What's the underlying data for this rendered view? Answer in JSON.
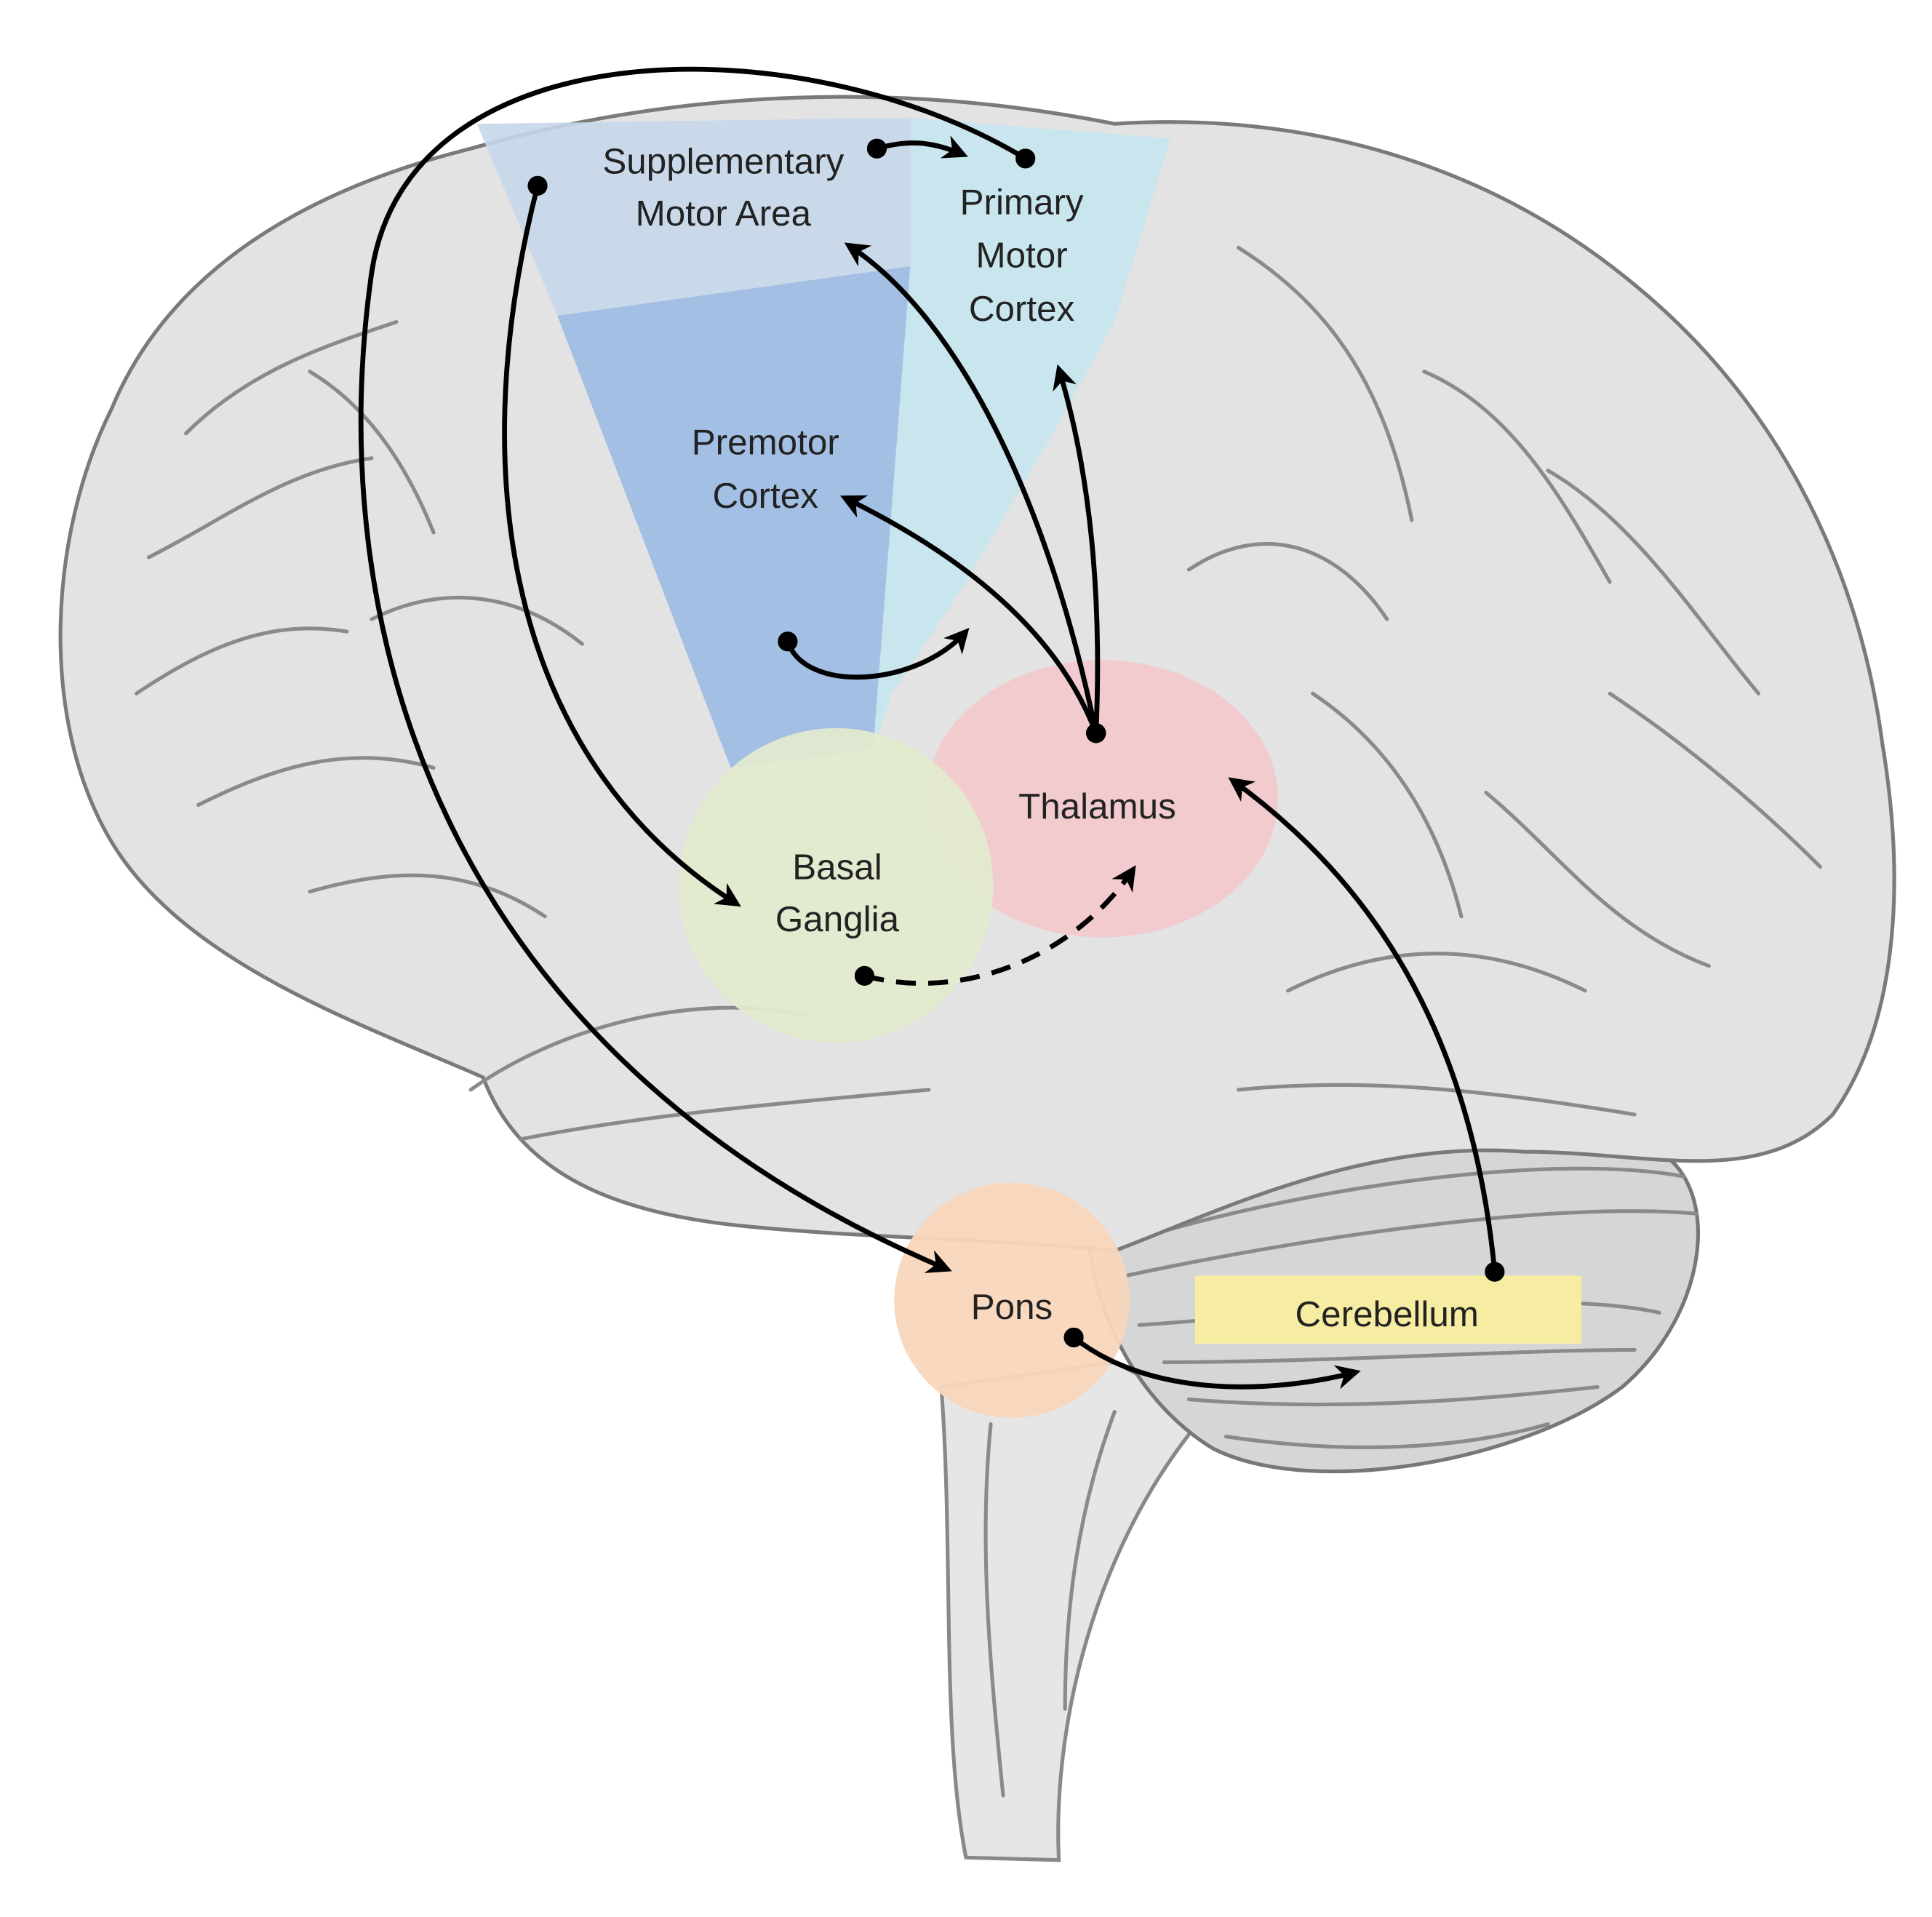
{
  "title": "Motor control circuit of the brain",
  "regions": {
    "sma": {
      "label_line1": "Supplementary",
      "label_line2": "Motor Area",
      "color": "#c6d7ea"
    },
    "primary_motor": {
      "label_line1": "Primary",
      "label_line2": "Motor",
      "label_line3": "Cortex",
      "color": "#c5e4ee"
    },
    "premotor": {
      "label_line1": "Premotor",
      "label_line2": "Cortex",
      "color": "#9fbde4"
    },
    "thalamus": {
      "label": "Thalamus",
      "color": "#f2c9cd"
    },
    "basal_ganglia": {
      "label_line1": "Basal",
      "label_line2": "Ganglia",
      "color": "#e1eacf"
    },
    "pons": {
      "label": "Pons",
      "color": "#f9d6bd"
    },
    "cerebellum": {
      "label": "Cerebellum",
      "color": "#f7eda2"
    }
  },
  "connections": [
    {
      "from": "Supplementary Motor Area",
      "to": "Primary Motor Cortex",
      "style": "solid"
    },
    {
      "from": "Premotor Cortex",
      "to": "Primary Motor Cortex",
      "style": "solid"
    },
    {
      "from": "Thalamus",
      "to": "Supplementary Motor Area",
      "style": "solid"
    },
    {
      "from": "Thalamus",
      "to": "Premotor Cortex",
      "style": "solid"
    },
    {
      "from": "Thalamus",
      "to": "Primary Motor Cortex",
      "style": "solid"
    },
    {
      "from": "Supplementary Motor Area",
      "to": "Basal Ganglia",
      "style": "solid"
    },
    {
      "from": "Primary Motor Cortex",
      "to": "Pons",
      "style": "solid"
    },
    {
      "from": "Basal Ganglia",
      "to": "Thalamus",
      "style": "dashed"
    },
    {
      "from": "Pons",
      "to": "Cerebellum",
      "style": "solid"
    },
    {
      "from": "Cerebellum",
      "to": "Thalamus",
      "style": "solid"
    }
  ]
}
